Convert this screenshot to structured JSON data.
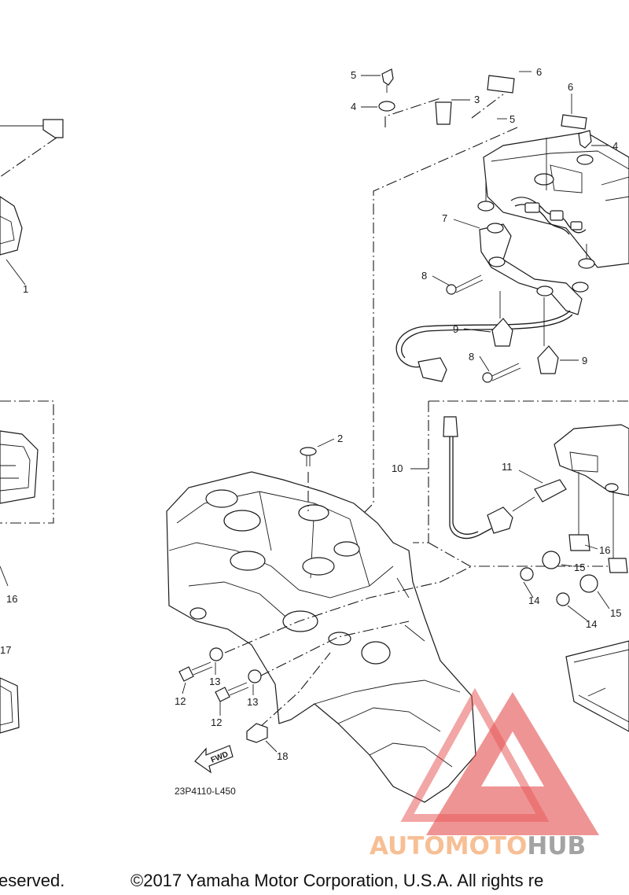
{
  "callouts": [
    {
      "id": "c-1",
      "text": "1"
    },
    {
      "id": "c-2",
      "text": "2"
    },
    {
      "id": "c-3",
      "text": "3"
    },
    {
      "id": "c-4a",
      "text": "4"
    },
    {
      "id": "c-4b",
      "text": "4"
    },
    {
      "id": "c-5a",
      "text": "5"
    },
    {
      "id": "c-5b",
      "text": "5"
    },
    {
      "id": "c-6a",
      "text": "6"
    },
    {
      "id": "c-6b",
      "text": "6"
    },
    {
      "id": "c-7",
      "text": "7"
    },
    {
      "id": "c-8a",
      "text": "8"
    },
    {
      "id": "c-8b",
      "text": "8"
    },
    {
      "id": "c-9a",
      "text": "9"
    },
    {
      "id": "c-9b",
      "text": "9"
    },
    {
      "id": "c-10",
      "text": "10"
    },
    {
      "id": "c-11",
      "text": "11"
    },
    {
      "id": "c-12a",
      "text": "12"
    },
    {
      "id": "c-12b",
      "text": "12"
    },
    {
      "id": "c-13a",
      "text": "13"
    },
    {
      "id": "c-13b",
      "text": "13"
    },
    {
      "id": "c-14a",
      "text": "14"
    },
    {
      "id": "c-14b",
      "text": "14"
    },
    {
      "id": "c-15a",
      "text": "15"
    },
    {
      "id": "c-15b",
      "text": "15"
    },
    {
      "id": "c-16a",
      "text": "16"
    },
    {
      "id": "c-16b",
      "text": "16"
    },
    {
      "id": "c-17",
      "text": "17"
    },
    {
      "id": "c-18",
      "text": "18"
    }
  ],
  "diagram_code": "23P4110-L450",
  "fwd_label": "FWD",
  "watermark": {
    "part_a": "AUTOMOTO",
    "part_b": "HUB",
    "triangle_color": "#e34a4a",
    "text_color_a": "#f7b98a",
    "text_color_b": "#9a9a9a"
  },
  "footer": {
    "left_fragment": "eserved.",
    "copyright": "©2017 Yamaha Motor Corporation, U.S.A. All rights re"
  }
}
